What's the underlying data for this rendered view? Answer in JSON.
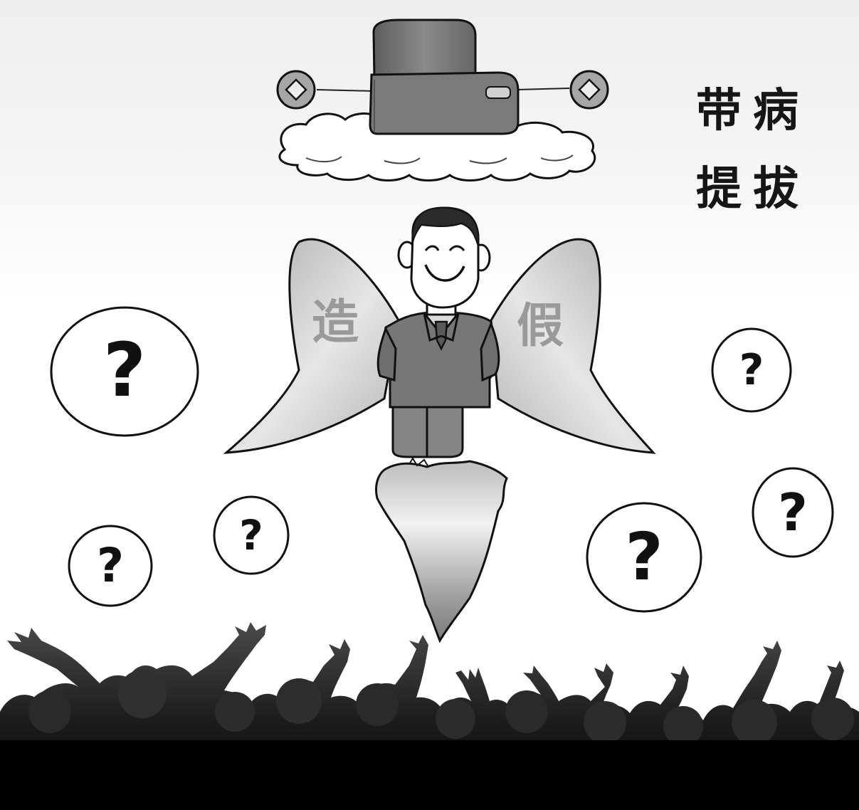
{
  "caption": {
    "chars": [
      "带",
      "病",
      "提",
      "拔"
    ]
  },
  "wings": {
    "left_char": "造",
    "right_char": "假"
  },
  "question_mark": "?",
  "colors": {
    "ink": "#111111",
    "suit": "#7d7d7d",
    "wing": "#c9c9c9",
    "crowd": "#2a2a2a"
  }
}
